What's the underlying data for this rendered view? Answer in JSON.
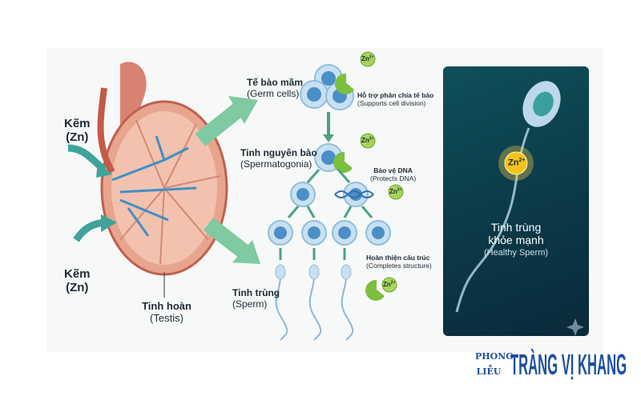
{
  "testis": {
    "zinc_label_top": {
      "vi": "Kẽm",
      "sym": "(Zn)"
    },
    "zinc_label_bottom": {
      "vi": "Kẽm",
      "sym": "(Zn)"
    },
    "label_vi": "Tinh hoàn",
    "label_en": "(Testis)"
  },
  "stages": [
    {
      "vi": "Tế bào mầm",
      "en": "(Germ cells)"
    },
    {
      "vi": "Tinh nguyên bào",
      "en": "(Spermatogonia)"
    },
    {
      "vi": "Tinh trùng",
      "en": "(Sperm)"
    }
  ],
  "roles": [
    {
      "vi": "Hỗ trợ phân chia tế bào",
      "en": "(Supports cell division)"
    },
    {
      "vi": "Bảo vệ DNA",
      "en": "(Protects DNA)"
    },
    {
      "vi": "Hoàn thiện cấu trúc",
      "en": "(Completes structure)"
    }
  ],
  "zn_badge": "Zn",
  "zn_charge": "2+",
  "healthy": {
    "vi_line1": "Tinh trùng",
    "vi_line2": "khỏe mạnh",
    "en": "(Healthy Sperm)"
  },
  "logo": {
    "small_line1": "PHONG",
    "small_line2": "LIỄU",
    "main": "TRÀNG VỊ KHANG"
  },
  "colors": {
    "teal_card": "#0b3948",
    "arrow_green": "#5fb88a",
    "cell_blue": "#4a8fc8",
    "zinc_green": "#8cc63f",
    "brand_blue": "#1e4fa0"
  }
}
